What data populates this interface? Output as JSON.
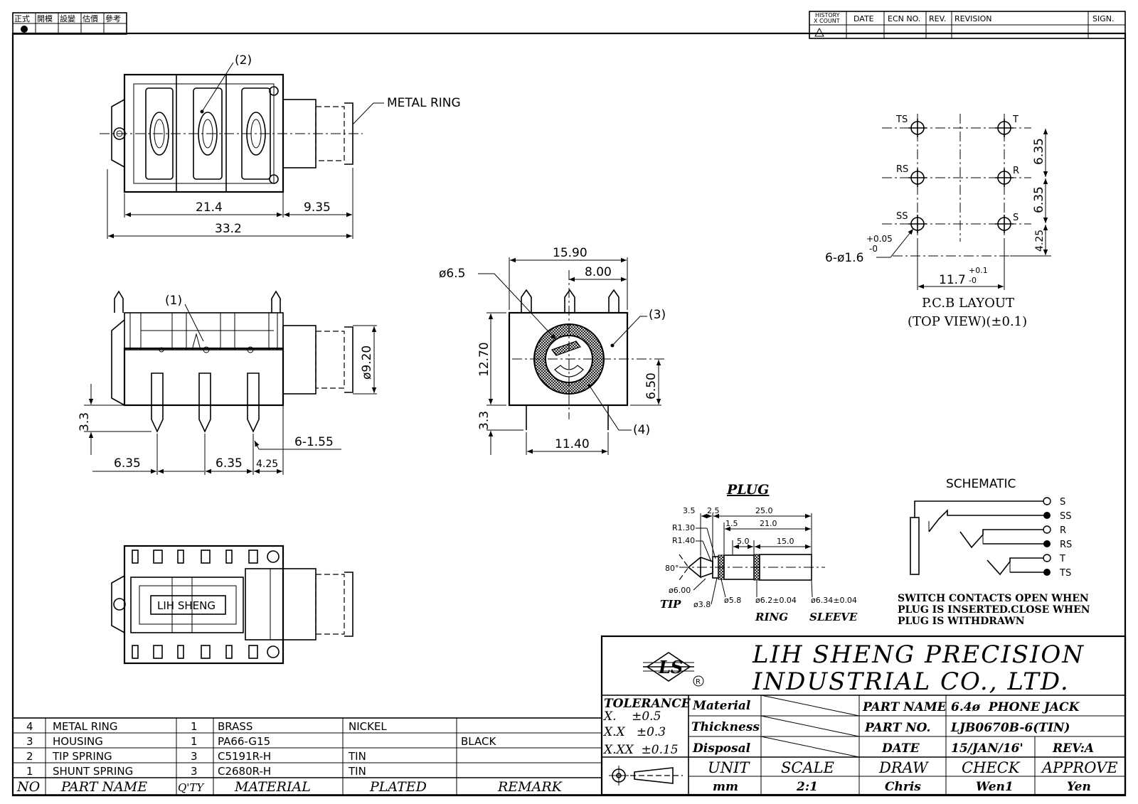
{
  "header": {
    "stamp_cells": [
      "正式",
      "開模",
      "設變",
      "估價",
      "參考"
    ],
    "history_label_1": "HISTORY",
    "history_label_2": "X COUNT",
    "revision_columns": [
      "DATE",
      "ECN NO.",
      "REV.",
      "REVISION",
      "SIGN."
    ]
  },
  "top_view": {
    "callout_2": "(2)",
    "metal_ring_label": "METAL RING",
    "dims": {
      "d_21_4": "21.4",
      "d_9_35": "9.35",
      "d_33_2": "33.2"
    }
  },
  "side_view": {
    "callout_1": "(1)",
    "dims": {
      "d_9_20": "ø9.20",
      "d_3_3": "3.3",
      "d_6_1_55": "6-1.55",
      "d_6_35_a": "6.35",
      "d_6_35_b": "6.35",
      "d_4_25": "4.25"
    }
  },
  "front_view": {
    "dims": {
      "d_15_90": "15.90",
      "d_8_00": "8.00",
      "d_6_5": "ø6.5",
      "d_12_70": "12.70",
      "d_6_50": "6.50",
      "d_3_3": "3.3",
      "d_11_40": "11.40"
    },
    "callout_3": "(3)",
    "callout_4": "(4)"
  },
  "pcb_layout": {
    "pins": {
      "ts": "TS",
      "t": "T",
      "rs": "RS",
      "r": "R",
      "ss": "SS",
      "s": "S"
    },
    "dims": {
      "d_6_35_a": "6.35",
      "d_6_35_b": "6.35",
      "d_4_25": "4.25",
      "hole_spec": "6-ø1.6",
      "hole_tol_plus": "+0.05",
      "hole_tol_minus": "-0",
      "d_11_7": "11.7",
      "w_tol_plus": "+0.1",
      "w_tol_minus": "-0"
    },
    "caption_1": "P.C.B LAYOUT",
    "caption_2": "(TOP VIEW)(±0.1)"
  },
  "bottom_view": {
    "brand_text": "LIH SHENG"
  },
  "plug": {
    "title": "PLUG",
    "dims": {
      "d_3_5": "3.5",
      "d_2_5": "2.5",
      "d_25_0": "25.0",
      "d_1_5": "1.5",
      "d_21_0": "21.0",
      "d_5_0": "5.0",
      "d_15_0": "15.0",
      "r_1_30": "R1.30",
      "r_1_40": "R1.40",
      "angle": "80°",
      "d_6_00": "ø6.00",
      "d_3_8": "ø3.8",
      "d_5_8": "ø5.8",
      "d_6_2": "ø6.2±0.04",
      "d_6_34": "ø6.34±0.04"
    },
    "labels": {
      "tip": "TIP",
      "ring": "RING",
      "sleeve": "SLEEVE"
    }
  },
  "schematic": {
    "title": "SCHEMATIC",
    "pins": [
      "S",
      "SS",
      "R",
      "RS",
      "T",
      "TS"
    ],
    "note_1": "SWITCH CONTACTS OPEN WHEN",
    "note_2": "PLUG IS INSERTED.CLOSE WHEN",
    "note_3": "PLUG IS WITHDRAWN"
  },
  "bom": {
    "rows": [
      {
        "no": "4",
        "name": "METAL RING",
        "qty": "1",
        "material": "BRASS",
        "plated": "NICKEL",
        "remark": ""
      },
      {
        "no": "3",
        "name": "HOUSING",
        "qty": "1",
        "material": "PA66-G15",
        "plated": "",
        "remark": "BLACK"
      },
      {
        "no": "2",
        "name": "TIP SPRING",
        "qty": "3",
        "material": "C5191R-H",
        "plated": "TIN",
        "remark": ""
      },
      {
        "no": "1",
        "name": "SHUNT SPRING",
        "qty": "3",
        "material": "C2680R-H",
        "plated": "TIN",
        "remark": ""
      }
    ],
    "headers": {
      "no": "NO",
      "name": "PART NAME",
      "qty": "Q'TY",
      "material": "MATERIAL",
      "plated": "PLATED",
      "remark": "REMARK"
    }
  },
  "title_block": {
    "company_1": "LIH SHENG PRECISION",
    "company_2": "INDUSTRIAL CO., LTD.",
    "tolerance_title": "TOLERANCE",
    "tol_1": "X.    ±0.5",
    "tol_2": "X.X   ±0.3",
    "tol_3": "X.XX  ±0.15",
    "material_label": "Material",
    "thickness_label": "Thickness",
    "disposal_label": "Disposal",
    "part_name_label": "PART NAME",
    "part_name": "6.4ø  PHONE JACK",
    "part_no_label": "PART NO.",
    "part_no": "LJB0670B-6(TIN)",
    "date_label": "DATE",
    "date": "15/JAN/16'",
    "rev": "REV:A",
    "unit_label": "UNIT",
    "unit": "mm",
    "scale_label": "SCALE",
    "scale": "2:1",
    "draw_label": "DRAW",
    "draw": "Chris",
    "check_label": "CHECK",
    "check": "Wen1",
    "approve_label": "APPROVE",
    "approve": "Yen"
  }
}
